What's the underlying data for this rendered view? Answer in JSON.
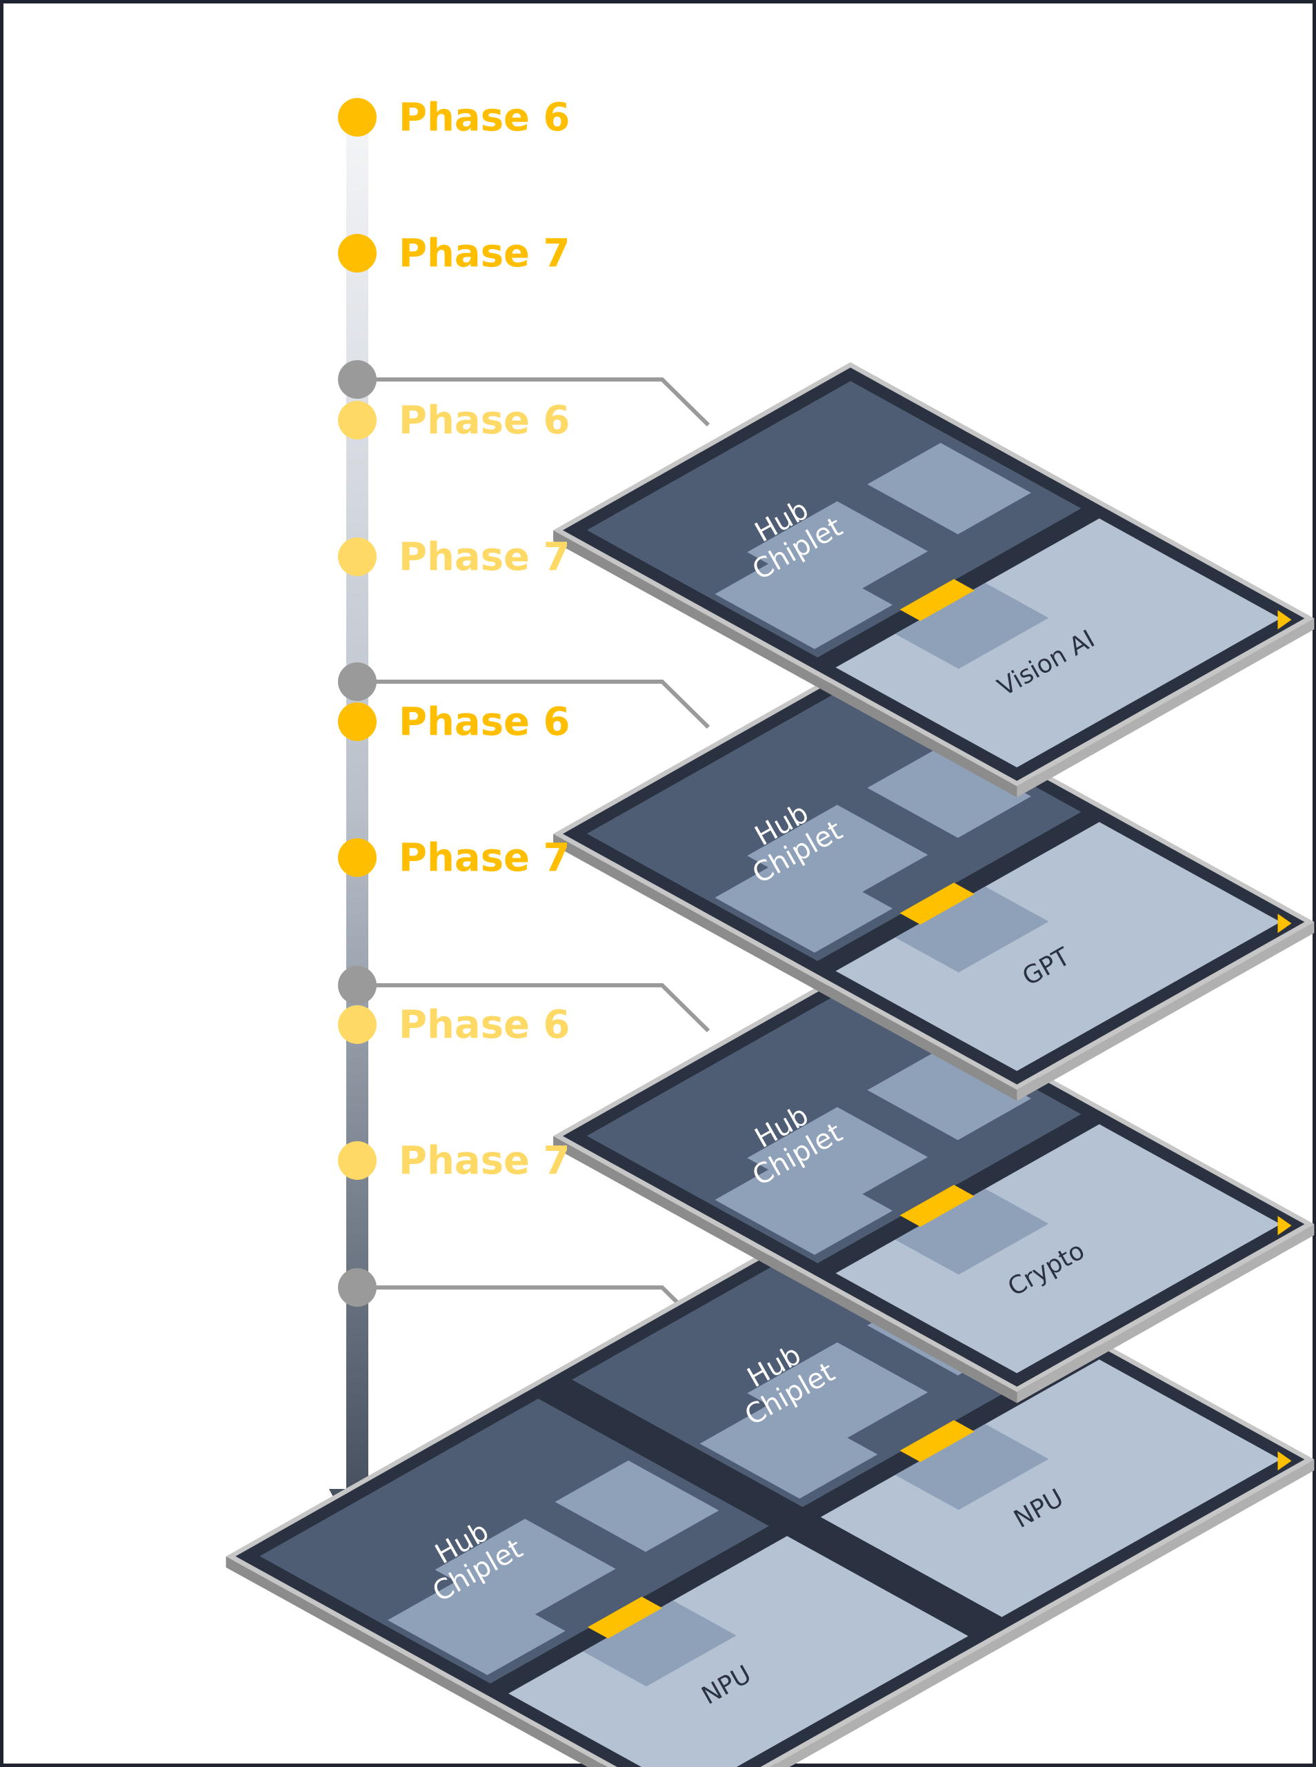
{
  "colors": {
    "phase_bright": "#ffbf00",
    "phase_faded": "#ffd966",
    "connector": "#9a9a9a",
    "arrow_top": "#f4f5f7",
    "arrow_bottom": "#46505f",
    "board_frame": "#2a3140",
    "hub": "#4e5d74",
    "hub_block": "#8fa1b9",
    "compute": "#b5c2d3",
    "link": "#ffc000",
    "base_side": "#8c8c8c"
  },
  "timeline": {
    "markers": [
      {
        "label": "Phase 6",
        "state": "bright"
      },
      {
        "label": "Phase 7",
        "state": "bright"
      },
      {
        "label": "",
        "state": "connector"
      },
      {
        "label": "Phase 6",
        "state": "faded"
      },
      {
        "label": "Phase 7",
        "state": "faded"
      },
      {
        "label": "",
        "state": "connector"
      },
      {
        "label": "Phase 6",
        "state": "bright"
      },
      {
        "label": "Phase 7",
        "state": "bright"
      },
      {
        "label": "",
        "state": "connector"
      },
      {
        "label": "Phase 6",
        "state": "faded"
      },
      {
        "label": "Phase 7",
        "state": "faded"
      },
      {
        "label": "",
        "state": "connector"
      }
    ]
  },
  "chips": [
    {
      "hub_line1": "Hub",
      "hub_line2": "Chiplet",
      "compute_label": "Vision AI"
    },
    {
      "hub_line1": "Hub",
      "hub_line2": "Chiplet",
      "compute_label": "GPT"
    },
    {
      "hub_line1": "Hub",
      "hub_line2": "Chiplet",
      "compute_label": "Crypto"
    }
  ],
  "base_chip": {
    "units": [
      {
        "hub_line1": "Hub",
        "hub_line2": "Chiplet",
        "compute_label": "NPU"
      },
      {
        "hub_line1": "Hub",
        "hub_line2": "Chiplet",
        "compute_label": "NPU"
      }
    ]
  }
}
